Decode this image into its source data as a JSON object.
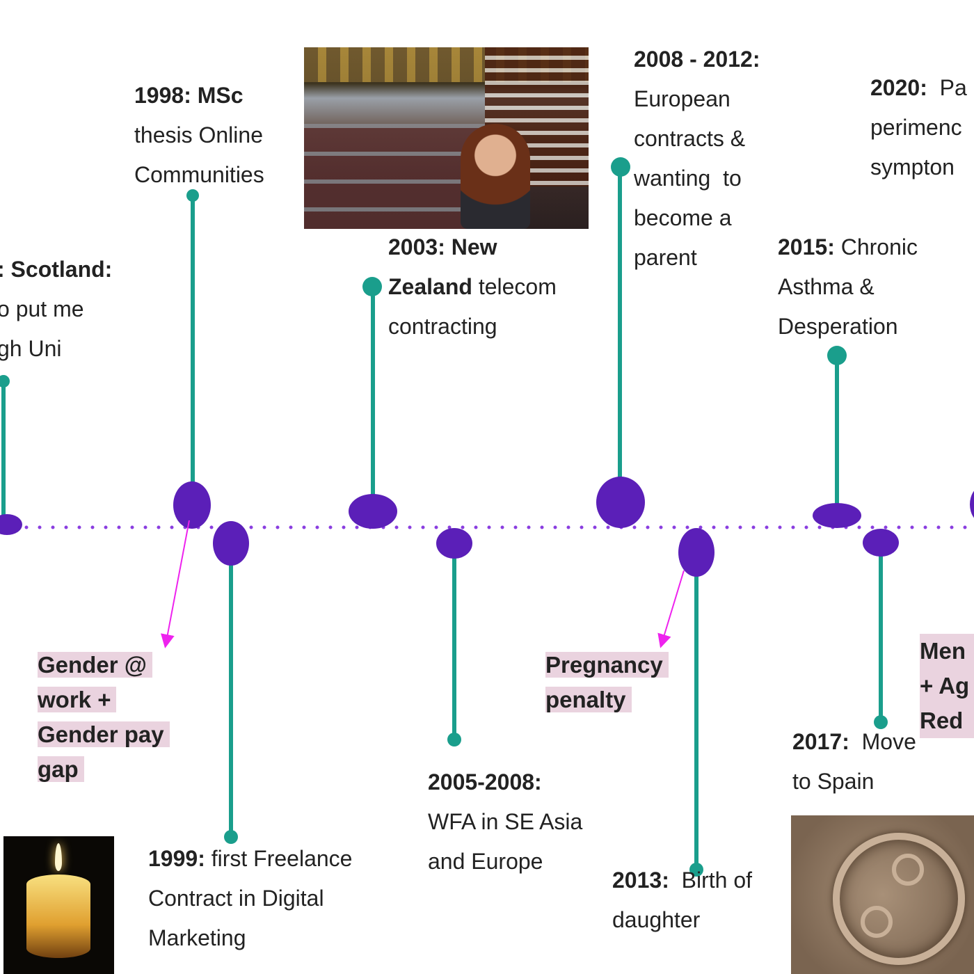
{
  "colors": {
    "timeline": "#8a3ee0",
    "node": "#5b1fb8",
    "stem": "#1a9e8c",
    "arrow": "#ee22ee",
    "highlight": "#ead3df"
  },
  "events": {
    "scotland": {
      "line1_bold": ": Scotland:",
      "line2": "o put me",
      "line3": "gh Uni"
    },
    "y1998": {
      "year": "1998: MSc",
      "line2": "thesis Online",
      "line3": "Communities"
    },
    "y1999": {
      "year": "1999:",
      "line1": " first Freelance",
      "line2": "Contract in Digital",
      "line3": "Marketing"
    },
    "y2003": {
      "year": "2003: New",
      "line2_bold": "Zealand",
      "line2": " telecom",
      "line3": "contracting"
    },
    "y2005": {
      "year": "2005-2008:",
      "line2": "WFA in SE Asia",
      "line3": "and Europe"
    },
    "y2008": {
      "year": "2008 - 2012:",
      "line2": "European",
      "line3": "contracts &",
      "line4": "wanting  to",
      "line5": "become a",
      "line6": "parent"
    },
    "y2013": {
      "year": "2013:",
      "line1": "  Birth of",
      "line2": "daughter"
    },
    "y2015": {
      "year": "2015:",
      "line1": " Chronic",
      "line2": "Asthma &",
      "line3": "Desperation"
    },
    "y2017": {
      "year": "2017:",
      "line1": "  Move",
      "line2": "to Spain"
    },
    "y2020": {
      "year": "2020:",
      "line1": "  Pa",
      "line2": "perimenc",
      "line3": "sympton"
    }
  },
  "highlights": {
    "gender": [
      "Gender @",
      "work +",
      "Gender pay",
      "gap"
    ],
    "pregnancy": [
      "Pregnancy",
      "penalty"
    ],
    "meno": [
      "Men",
      "+ Ag",
      "Red"
    ]
  },
  "images": [
    "candle-photo",
    "new-zealand-shop-photo",
    "yin-yang-stone-photo"
  ]
}
